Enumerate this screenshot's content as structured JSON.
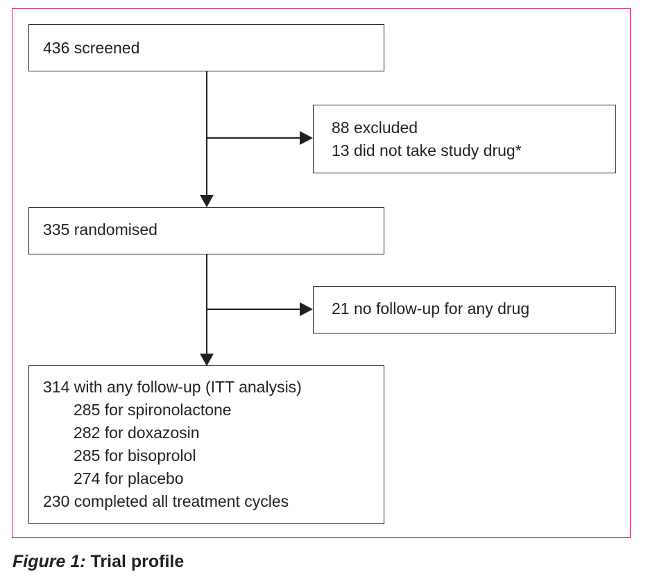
{
  "boxes": {
    "screened": {
      "text": "436 screened"
    },
    "excluded": {
      "line1": "88 excluded",
      "line2": "13 did not take study drug*"
    },
    "randomised": {
      "text": "335 randomised"
    },
    "no_followup": {
      "text": "21 no follow-up for any drug"
    },
    "followup": {
      "header": "314 with any follow-up (ITT analysis)",
      "items": [
        "285 for spironolactone",
        "282 for doxazosin",
        "285 for bisoprolol",
        "274 for placebo"
      ],
      "footer": "230 completed all treatment cycles"
    }
  },
  "caption": {
    "label": "Figure 1:",
    "title": " Trial profile"
  },
  "colors": {
    "frame": "#c9306b",
    "ink": "#231f20"
  }
}
